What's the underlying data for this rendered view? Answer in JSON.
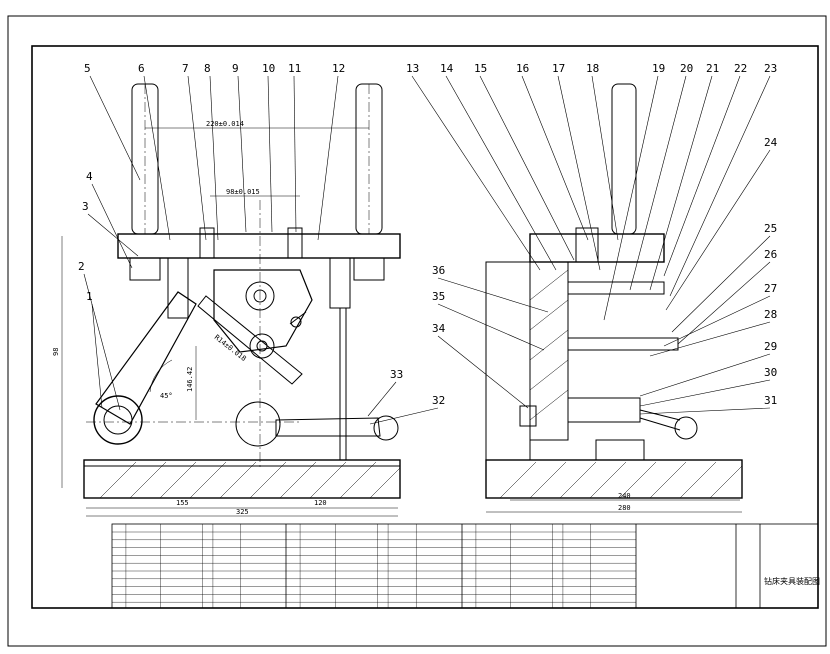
{
  "drawing": {
    "title": "钻床夹具装配图",
    "part_numbers": [
      "1",
      "2",
      "3",
      "4",
      "5",
      "6",
      "7",
      "8",
      "9",
      "10",
      "11",
      "12",
      "13",
      "14",
      "15",
      "16",
      "17",
      "18",
      "19",
      "20",
      "21",
      "22",
      "23",
      "24",
      "25",
      "26",
      "27",
      "28",
      "29",
      "30",
      "31",
      "32",
      "33",
      "34",
      "35",
      "36"
    ],
    "dimensions": {
      "top_span": "220±0.014",
      "pin_span": "98±0.015",
      "pivot_radius": "R14±0.018",
      "height_short": "146.42",
      "height_total": "98",
      "angle": "45°",
      "left_width": "155",
      "right_width": "120",
      "total_width": "325",
      "side_inner": "240",
      "side_total": "280"
    }
  }
}
